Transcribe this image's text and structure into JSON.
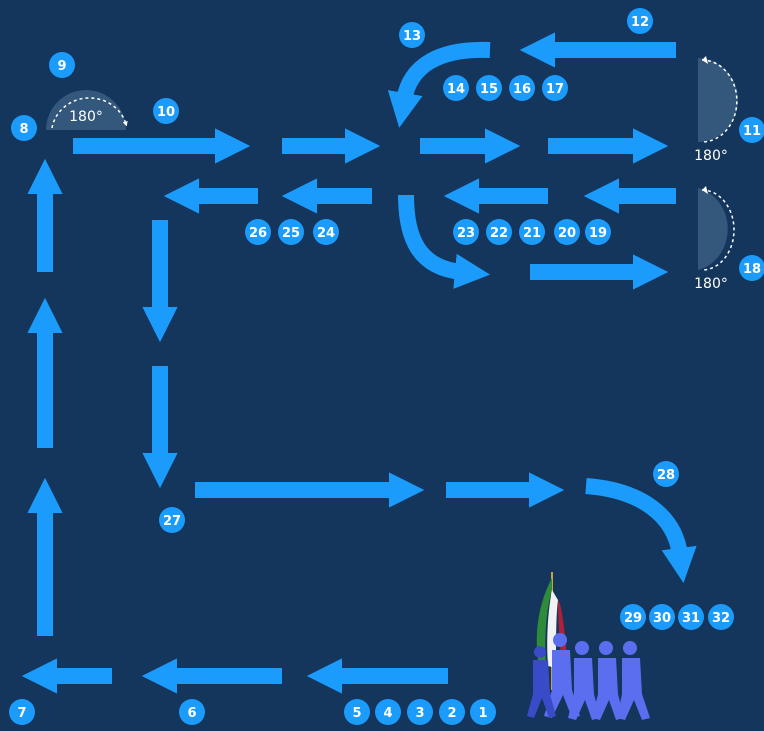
{
  "steps": {
    "s1": "1",
    "s2": "2",
    "s3": "3",
    "s4": "4",
    "s5": "5",
    "s6": "6",
    "s7": "7",
    "s8": "8",
    "s9": "9",
    "s10": "10",
    "s11": "11",
    "s12": "12",
    "s13": "13",
    "s14": "14",
    "s15": "15",
    "s16": "16",
    "s17": "17",
    "s18": "18",
    "s19": "19",
    "s20": "20",
    "s21": "21",
    "s22": "22",
    "s23": "23",
    "s24": "24",
    "s25": "25",
    "s26": "26",
    "s27": "27",
    "s28": "28",
    "s29": "29",
    "s30": "30",
    "s31": "31",
    "s32": "32"
  },
  "turns": {
    "turn_a": "180°",
    "turn_b": "180°",
    "turn_c": "180°"
  },
  "colors": {
    "background": "#14355c",
    "arrow": "#1b9cfc",
    "badge": "#1b9cfc",
    "badge_text": "#ffffff",
    "turn_fill": "#34577c",
    "flag_green": "#2e8b3a",
    "flag_white": "#f2f2f2",
    "flag_red": "#b0203a",
    "marchers": "#5b6ef0"
  }
}
